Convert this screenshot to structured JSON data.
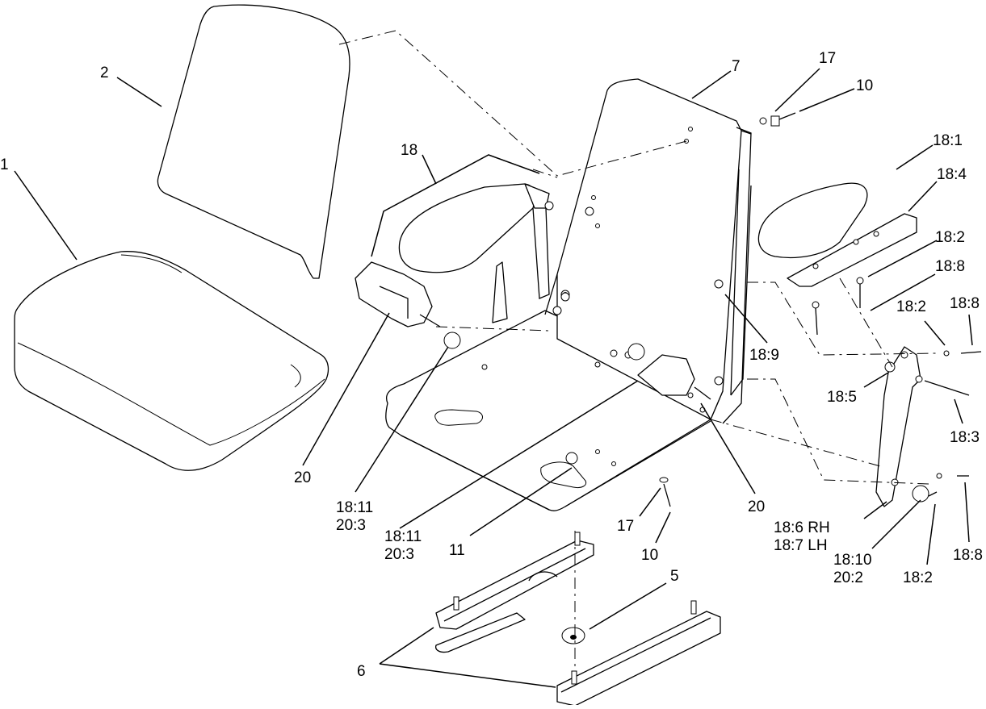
{
  "diagram": {
    "callouts": [
      {
        "id": "c-1",
        "text": "1"
      },
      {
        "id": "c-2",
        "text": "2"
      },
      {
        "id": "c-7",
        "text": "7"
      },
      {
        "id": "c-17-top",
        "text": "17"
      },
      {
        "id": "c-10-top",
        "text": "10"
      },
      {
        "id": "c-18",
        "text": "18"
      },
      {
        "id": "c-18-1",
        "text": "18:1"
      },
      {
        "id": "c-18-4",
        "text": "18:4"
      },
      {
        "id": "c-18-2-a",
        "text": "18:2"
      },
      {
        "id": "c-18-8-a",
        "text": "18:8"
      },
      {
        "id": "c-18-2-b",
        "text": "18:2"
      },
      {
        "id": "c-18-8-b",
        "text": "18:8"
      },
      {
        "id": "c-18-9",
        "text": "18:9"
      },
      {
        "id": "c-18-5",
        "text": "18:5"
      },
      {
        "id": "c-18-3",
        "text": "18:3"
      },
      {
        "id": "c-20-left",
        "text": "20"
      },
      {
        "id": "c-18-11-a",
        "text": "18:11"
      },
      {
        "id": "c-20-3-a",
        "text": "20:3"
      },
      {
        "id": "c-18-11-b",
        "text": "18:11"
      },
      {
        "id": "c-20-3-b",
        "text": "20:3"
      },
      {
        "id": "c-11",
        "text": "11"
      },
      {
        "id": "c-17-bottom",
        "text": "17"
      },
      {
        "id": "c-10-bottom",
        "text": "10"
      },
      {
        "id": "c-20-right",
        "text": "20"
      },
      {
        "id": "c-18-6",
        "text": "18:6 RH"
      },
      {
        "id": "c-18-7",
        "text": "18:7 LH"
      },
      {
        "id": "c-18-10",
        "text": "18:10"
      },
      {
        "id": "c-20-2",
        "text": "20:2"
      },
      {
        "id": "c-18-2-c",
        "text": "18:2"
      },
      {
        "id": "c-18-8-c",
        "text": "18:8"
      },
      {
        "id": "c-5",
        "text": "5"
      },
      {
        "id": "c-6",
        "text": "6"
      }
    ]
  }
}
